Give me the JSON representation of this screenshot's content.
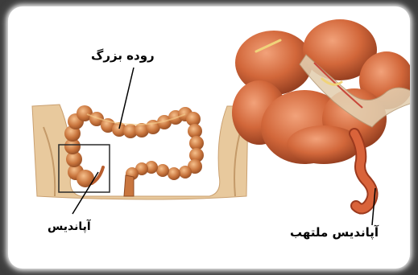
{
  "labels": {
    "large_intestine": "روده بزرگ",
    "appendix": "آپاندیس",
    "inflamed_appendix": "آپاندیس ملتهب"
  },
  "colors": {
    "skin": "#e7c79c",
    "intestine": "#c9763f",
    "intestine_light": "#e9a36f",
    "organ": "#d4683a",
    "organ_dark": "#8a3a1c"
  }
}
